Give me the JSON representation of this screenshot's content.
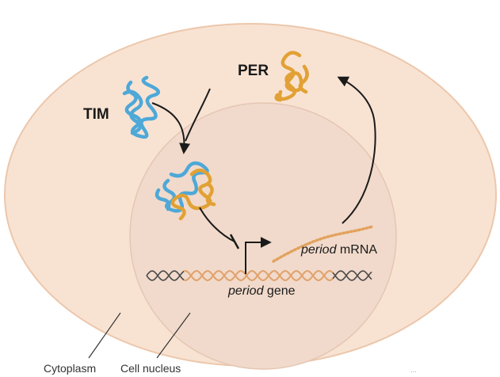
{
  "labels": {
    "per": "PER",
    "tim": "TIM",
    "mrna_italic": "period",
    "mrna_suffix": " mRNA",
    "gene_italic": "period",
    "gene_suffix": " gene",
    "cytoplasm": "Cytoplasm",
    "nucleus": "Cell nucleus"
  },
  "watermark": "...",
  "colors": {
    "cell_fill": "#f8e3d3",
    "cell_stroke": "#ecc7ab",
    "nucleus_fill": "#f1dacb",
    "nucleus_stroke": "#e5c6b2",
    "tim_protein": "#4ea8d8",
    "per_protein": "#e2a135",
    "mrna": "#e2a25d",
    "dna_dark": "#4a4a4a",
    "dna_orange": "#e3a36b",
    "arrow": "#1a1a1a"
  }
}
